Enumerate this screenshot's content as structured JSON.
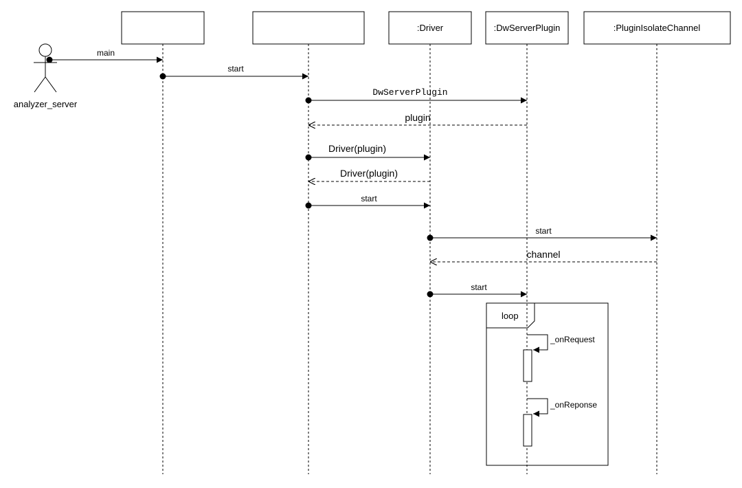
{
  "actor": {
    "label": "analyzer_server"
  },
  "participants": [
    {
      "id": "p1",
      "label": ""
    },
    {
      "id": "p2",
      "label": ""
    },
    {
      "id": "driver",
      "label": ":Driver"
    },
    {
      "id": "plugin",
      "label": ":DwServerPlugin"
    },
    {
      "id": "channel",
      "label": ":PluginIsolateChannel"
    }
  ],
  "messages": [
    {
      "from": "actor",
      "to": "p1",
      "label": "main",
      "kind": "call"
    },
    {
      "from": "p1",
      "to": "p2",
      "label": "start",
      "kind": "call"
    },
    {
      "from": "p2",
      "to": "plugin",
      "label": "DwServerPlugin",
      "kind": "call"
    },
    {
      "from": "plugin",
      "to": "p2",
      "label": "plugin",
      "kind": "return"
    },
    {
      "from": "p2",
      "to": "driver",
      "label": "Driver(plugin)",
      "kind": "call"
    },
    {
      "from": "driver",
      "to": "p2",
      "label": "Driver(plugin)",
      "kind": "return"
    },
    {
      "from": "p2",
      "to": "driver",
      "label": "start",
      "kind": "call"
    },
    {
      "from": "driver",
      "to": "channel",
      "label": "start",
      "kind": "call"
    },
    {
      "from": "channel",
      "to": "driver",
      "label": "channel",
      "kind": "return"
    },
    {
      "from": "driver",
      "to": "plugin",
      "label": "start",
      "kind": "call"
    }
  ],
  "loop": {
    "label": "loop",
    "self_calls": [
      {
        "label": "_onRequest"
      },
      {
        "label": "_onReponse"
      }
    ]
  }
}
